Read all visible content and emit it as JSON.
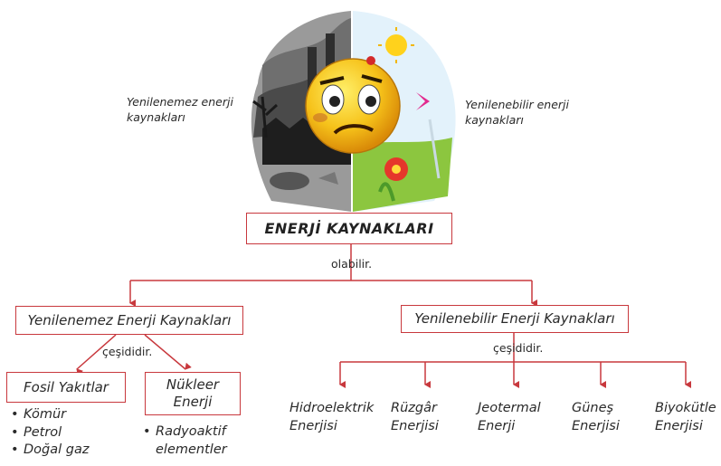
{
  "illustration": {
    "left_caption": "Yenilenemez enerji kaynakları",
    "right_caption": "Yenilenebilir enerji kaynakları"
  },
  "root": {
    "label": "ENERJİ KAYNAKLARI",
    "connector": "olabilir."
  },
  "non_renewable": {
    "label": "Yenilenemez Enerji  Kaynakları",
    "connector": "çeşididir.",
    "fossil": {
      "label": "Fosil Yakıtlar",
      "items": [
        "Kömür",
        "Petrol",
        "Doğal gaz"
      ]
    },
    "nuclear": {
      "label_line1": "Nükleer",
      "label_line2": "Enerji",
      "items": [
        "Radyoaktif elementler"
      ]
    }
  },
  "renewable": {
    "label": "Yenilenebilir Enerji  Kaynakları",
    "connector": "çeşididir.",
    "types": [
      {
        "line1": "Hidroelektrik",
        "line2": "Enerjisi"
      },
      {
        "line1": "Rüzgâr",
        "line2": "Enerjisi"
      },
      {
        "line1": "Jeotermal",
        "line2": "Enerji"
      },
      {
        "line1": "Güneş",
        "line2": "Enerjisi"
      },
      {
        "line1": "Biyokütle",
        "line2": "Enerjisi"
      }
    ]
  },
  "colors": {
    "line": "#c8383d",
    "text": "#2a2a2a",
    "smiley": "#f6c21a"
  }
}
